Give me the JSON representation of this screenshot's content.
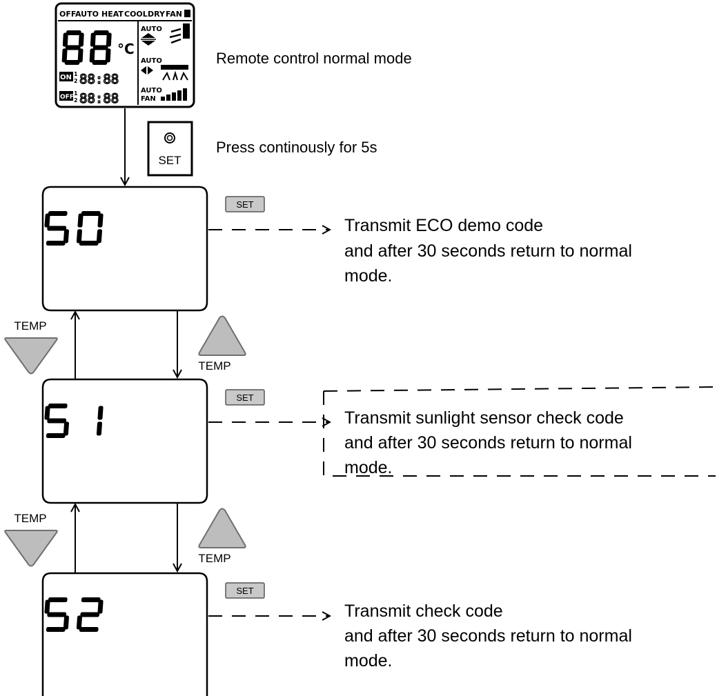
{
  "remote": {
    "mode_bar": [
      "OFF",
      "AUTO",
      "HEAT",
      "COOL",
      "DRY",
      "FAN"
    ],
    "temp_digits": "88",
    "temp_unit": "°C",
    "on_label": "ON",
    "off_label": "OFF",
    "timer_slots": [
      "1",
      "2"
    ],
    "on_time": "88:88",
    "off_time": "88:88",
    "vert_swing_auto": "AUTO",
    "horiz_swing_auto": "AUTO",
    "fan_auto": "AUTO",
    "fan_label": "FAN"
  },
  "captions": {
    "normal_mode": "Remote control normal mode",
    "press_hold": "Press continously for 5s"
  },
  "set_button_label": "SET",
  "temp_label": "TEMP",
  "steps": [
    {
      "code": "50",
      "set_label": "SET",
      "desc_line1": "Transmit ECO demo code",
      "desc_line2": "and after 30 seconds return to normal",
      "desc_line3": "mode."
    },
    {
      "code": "51",
      "set_label": "SET",
      "desc_line1": "Transmit sunlight sensor check code",
      "desc_line2": "and after 30 seconds return to normal",
      "desc_line3": "mode."
    },
    {
      "code": "52",
      "set_label": "SET",
      "desc_line1": "Transmit check code",
      "desc_line2": "and after 30 seconds return to normal",
      "desc_line3": "mode."
    }
  ],
  "colors": {
    "line": "#000000",
    "triangle_fill": "#bdbdbd",
    "triangle_stroke": "#6f6f6f",
    "set_fill": "#c9c9c9"
  }
}
